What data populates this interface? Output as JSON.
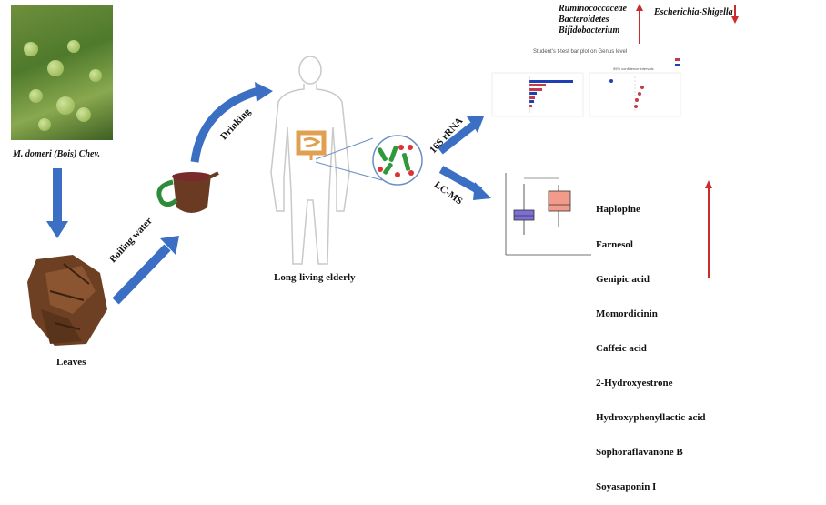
{
  "labels": {
    "plant_name": "M. domeri (Bois) Chev.",
    "leaves": "Leaves",
    "boiling_water": "Boiling water",
    "drinking": "Drinking",
    "subjects": "Long-living elderly",
    "sequencing": "16S rRNA",
    "metabolomics": "LC-MS"
  },
  "bacteria_up": [
    "Ruminococcaceae",
    "Bacteroidetes",
    "Bifidobacterium"
  ],
  "bacteria_down": [
    "Escherichia-Shigella"
  ],
  "metabolites_up": [
    "Haplopine",
    "Farnesol",
    "Genipic acid",
    "Momordicinin",
    "Caffeic acid",
    "2-Hydroxyestrone",
    "Hydroxyphenyllactic acid",
    "Sophoraflavanone B",
    "Soyasaponin I"
  ],
  "ttest_plot": {
    "title": "Student's t-test bar plot on Genus level",
    "ci_label": "95% confidence intervals"
  },
  "colors": {
    "arrow_blue": "#3b6fc4",
    "up_red": "#cc2b2b",
    "group1": "#c23b4a",
    "group2": "#1f3fb5",
    "box1": "#7b6fd6",
    "box2": "#f29b8a"
  }
}
